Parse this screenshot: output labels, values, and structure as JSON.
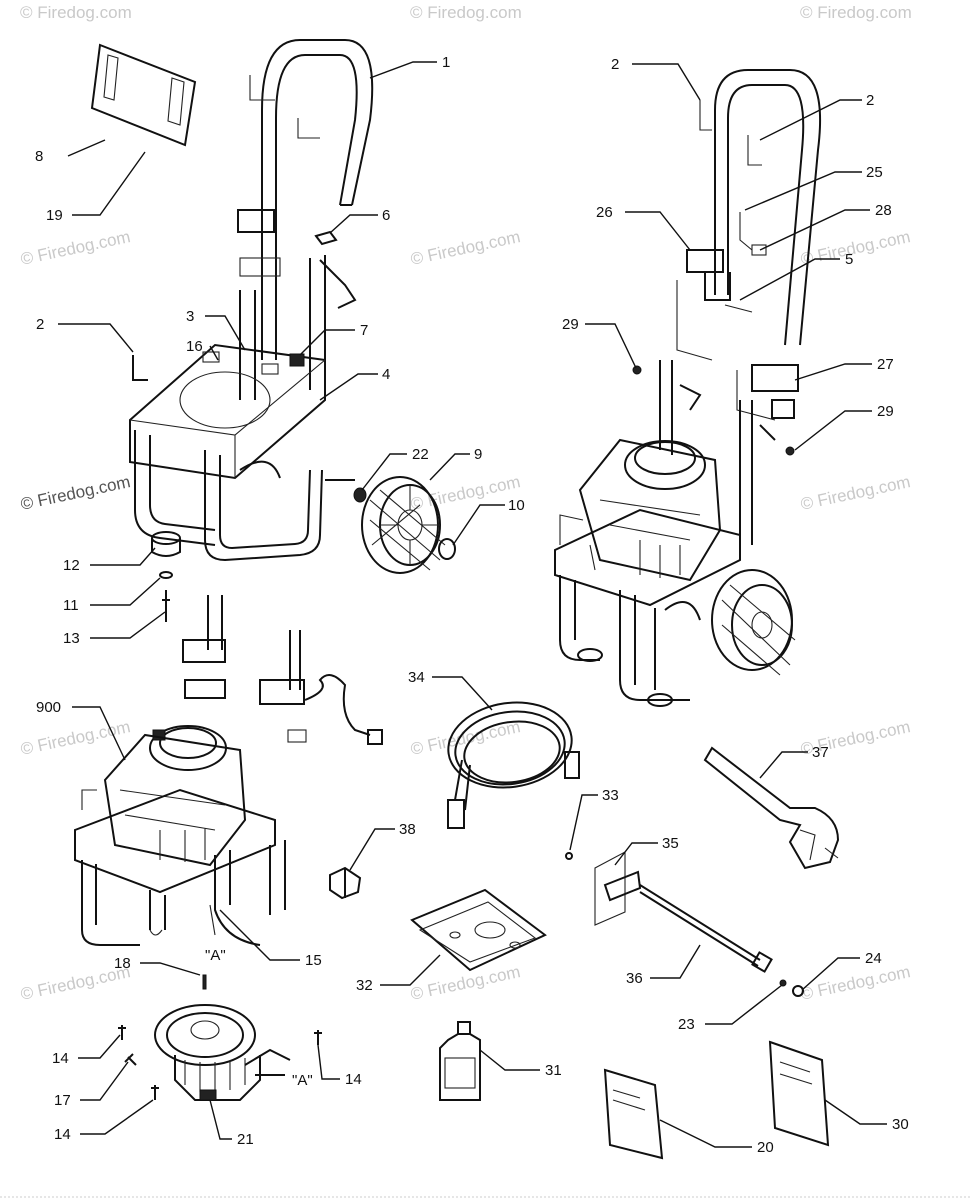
{
  "watermark": "© Firedog.com",
  "callouts": [
    "1",
    "2",
    "2",
    "2",
    "3",
    "4",
    "5",
    "6",
    "7",
    "8",
    "9",
    "10",
    "11",
    "12",
    "13",
    "14",
    "14",
    "14",
    "15",
    "16",
    "17",
    "18",
    "19",
    "20",
    "21",
    "22",
    "23",
    "24",
    "25",
    "26",
    "27",
    "28",
    "29",
    "29",
    "30",
    "31",
    "32",
    "33",
    "34",
    "35",
    "36",
    "37",
    "38",
    "900"
  ],
  "hose_marker": "\"A\""
}
